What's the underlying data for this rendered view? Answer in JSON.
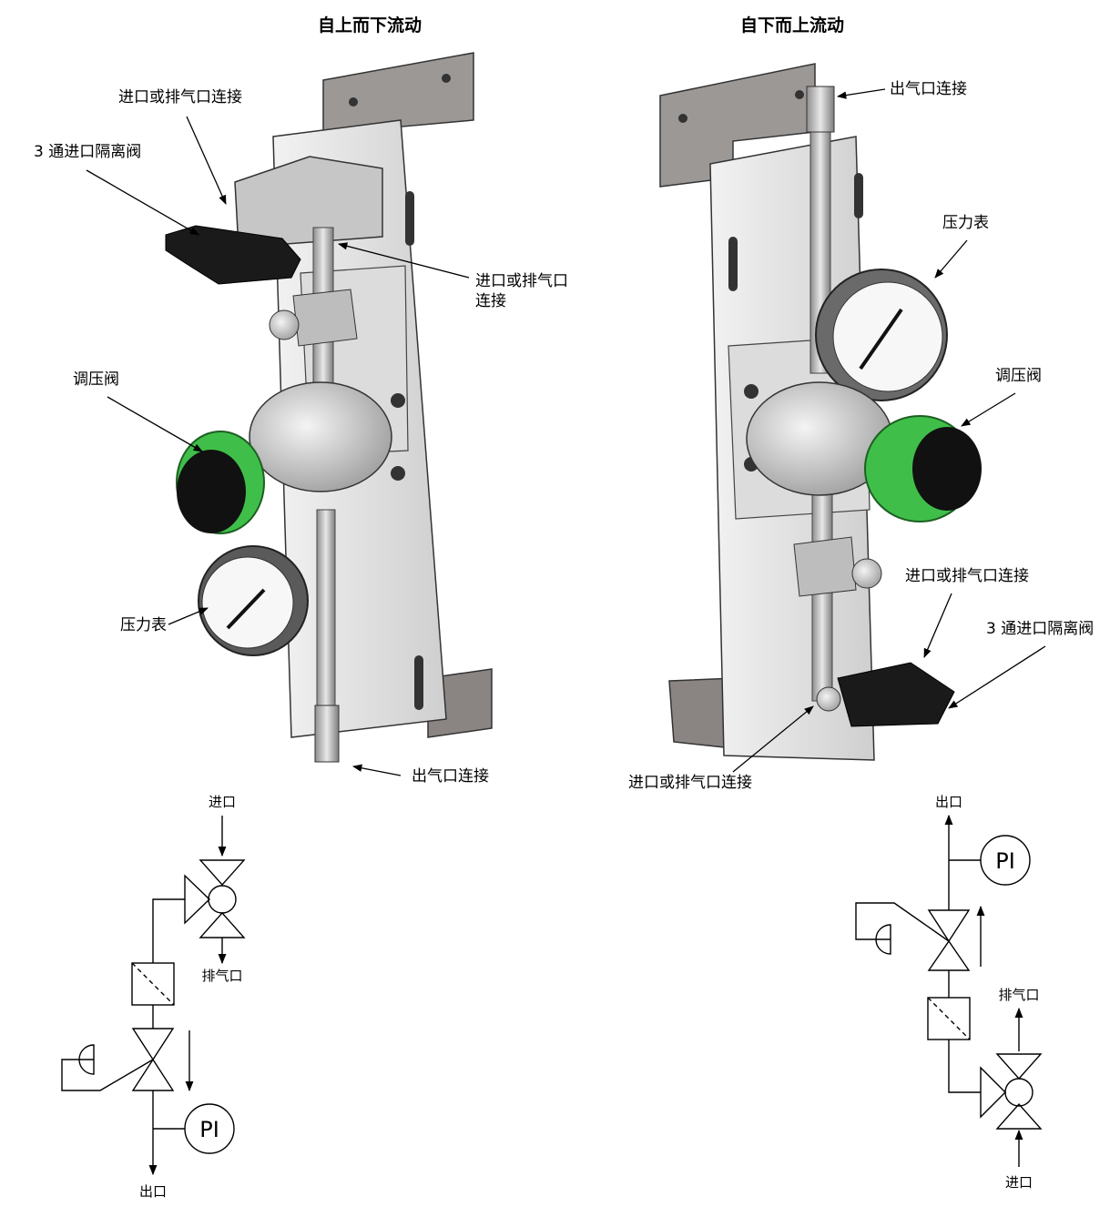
{
  "titles": {
    "down": "自上而下流动",
    "up": "自下而上流动"
  },
  "left_labels": {
    "inlet_vent_top": "进口或排气口连接",
    "three_way_valve": "3 通进口隔离阀",
    "inlet_vent_side_line1": "进口或排气口",
    "inlet_vent_side_line2": "连接",
    "regulator": "调压阀",
    "gauge": "压力表",
    "outlet_connection": "出气口连接"
  },
  "right_labels": {
    "outlet_connection": "出气口连接",
    "gauge": "压力表",
    "regulator": "调压阀",
    "inlet_vent_upper": "进口或排气口连接",
    "three_way_valve": "3 通进口隔离阀",
    "inlet_vent_lower": "进口或排气口连接"
  },
  "left_schematic": {
    "inlet": "进口",
    "vent": "排气口",
    "outlet": "出口",
    "pi": "PI"
  },
  "right_schematic": {
    "outlet": "出口",
    "vent": "排气口",
    "inlet": "进口",
    "pi": "PI"
  },
  "colors": {
    "plate": "#e6e6e6",
    "bracket": "#9c9896",
    "knob_green": "#3fbf4a",
    "handle_black": "#1a1a1a",
    "steel": "#b8b8b8"
  }
}
